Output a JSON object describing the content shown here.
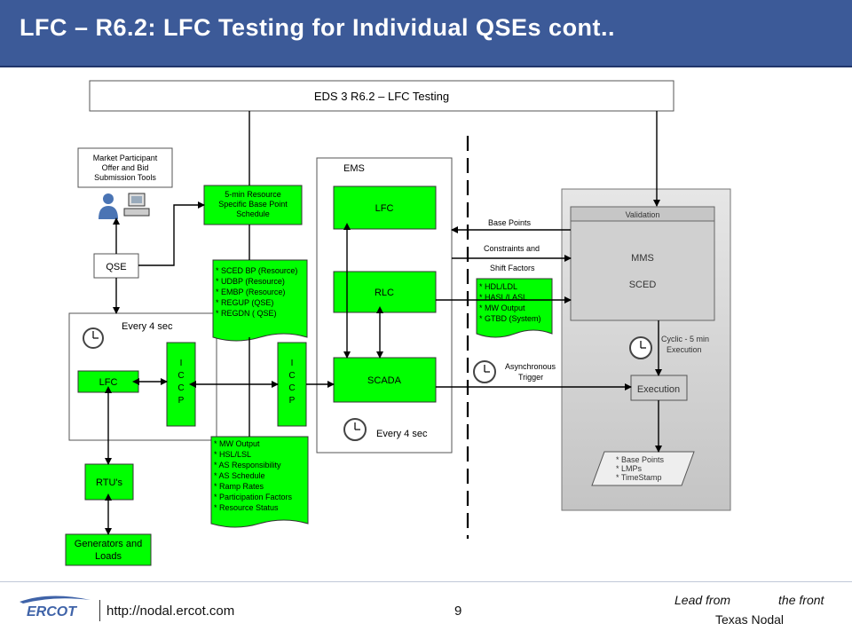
{
  "title": "LFC – R6.2: LFC Testing for Individual QSEs cont..",
  "diagram": {
    "top_banner": "EDS 3 R6.2 – LFC Testing",
    "market_participant": [
      "Market Participant",
      "Offer  and Bid",
      "Submission Tools"
    ],
    "qse": "QSE",
    "schedule_box": [
      "5-min Resource",
      "Specific Base Point",
      "Schedule"
    ],
    "qse_list": [
      "* SCED BP (Resource)",
      "* UDBP (Resource)",
      "* EMBP (Resource)",
      "* REGUP (QSE)",
      "* REGDN ( QSE)"
    ],
    "every4_qse": "Every 4 sec",
    "lfc_qse": "LFC",
    "iccp_letters": [
      "I",
      "C",
      "C",
      "P"
    ],
    "rtus": "RTU's",
    "generators": [
      "Generators and",
      "Loads"
    ],
    "bottom_list": [
      "* MW Output",
      "* HSL/LSL",
      "* AS Responsibility",
      "* AS Schedule",
      "* Ramp Rates",
      "* Participation Factors",
      "* Resource Status"
    ],
    "ems_title": "EMS",
    "ems_lfc": "LFC",
    "ems_rlc": "RLC",
    "ems_scada": "SCADA",
    "ems_every4": "Every 4 sec",
    "base_points_label": "Base Points",
    "constraints_label": "Constraints and",
    "shift_factors_label": "Shift Factors",
    "sced_inputs": [
      "* HDL/LDL",
      "* HASL/LASL",
      "* MW Output",
      "* GTBD (System)"
    ],
    "async_trigger": [
      "Asynchronous",
      "Trigger"
    ],
    "validation": "Validation",
    "mms": "MMS",
    "sced": "SCED",
    "cyclic": [
      "Cyclic - 5 min",
      "Execution"
    ],
    "execution": "Execution",
    "outputs": [
      "* Base Points",
      "* LMPs",
      "* TimeStamp"
    ]
  },
  "footer": {
    "url": "http://nodal.ercot.com",
    "page_number": "9",
    "tagline_1a": "Lead from",
    "tagline_1b": "the front",
    "tagline_2": "Texas Nodal",
    "logo_text": "ERCOT"
  },
  "colors": {
    "header_bg": "#3c5a98",
    "green_box": "#00ff00",
    "mms_panel": "#d4d4d4"
  }
}
